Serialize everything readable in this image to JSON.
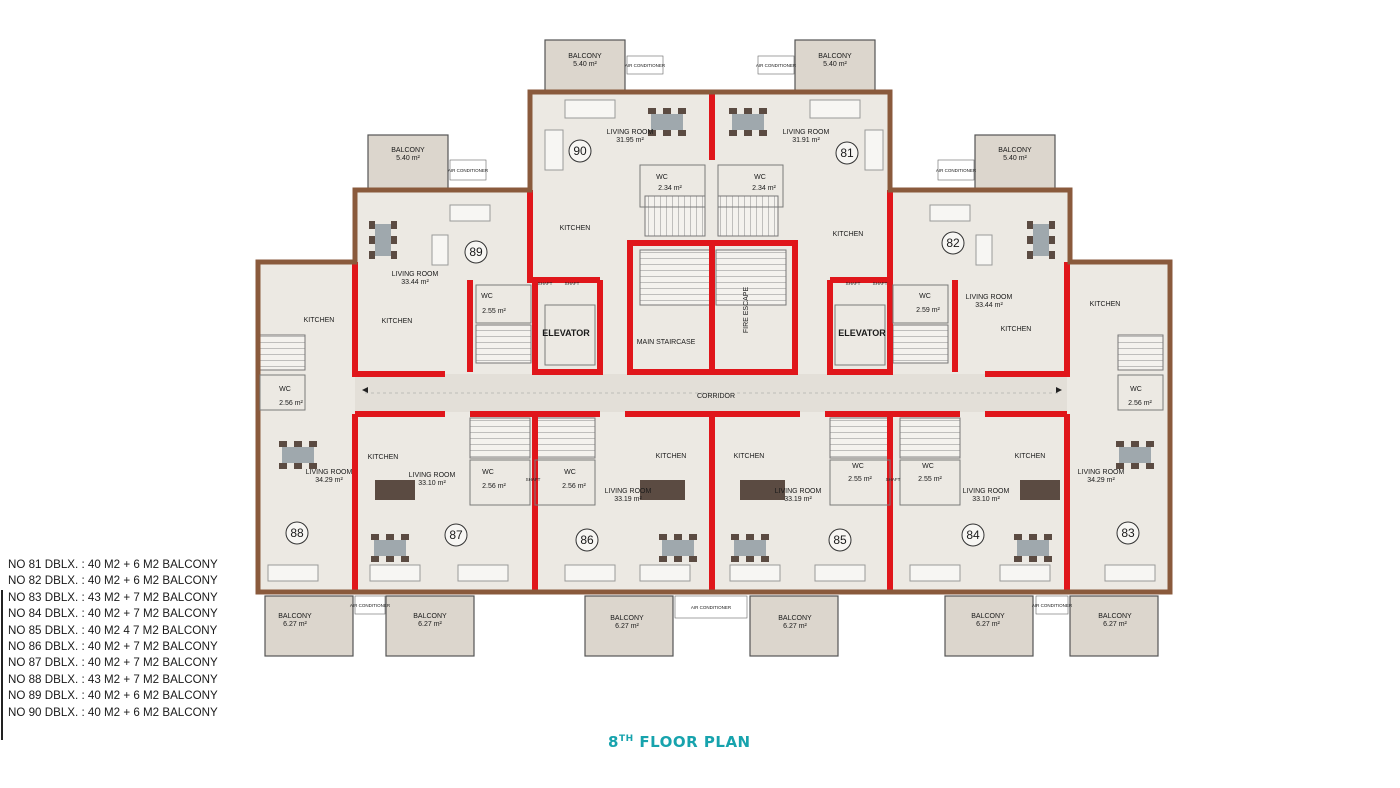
{
  "title": {
    "number": "8",
    "suffix": "TH",
    "text": "FLOOR PLAN",
    "color": "#17a3ad"
  },
  "colors": {
    "exterior_wall": "#8a5a3c",
    "apartment_wall": "#e0161b",
    "floor": "#ece9e3",
    "furniture": "#5b4b42"
  },
  "legend": [
    "NO 81 DBLX. : 40 M2 + 6 M2 BALCONY",
    "NO 82 DBLX. : 40 M2 + 6 M2 BALCONY",
    "NO 83 DBLX. : 43 M2 + 7 M2 BALCONY",
    "NO 84 DBLX. : 40 M2 + 7 M2 BALCONY",
    "NO 85 DBLX. : 40 M2 4 7 M2 BALCONY",
    "NO 86 DBLX. : 40 M2 + 7 M2 BALCONY",
    "NO 87 DBLX. : 40 M2 + 7 M2 BALCONY",
    "NO 88 DBLX. : 43 M2 + 7 M2 BALCONY",
    "NO 89 DBLX. : 40 M2 + 6 M2 BALCONY",
    "NO 90 DBLX. : 40 M2 + 6 M2 BALCONY"
  ],
  "labels": {
    "balcony": "BALCONY",
    "air_conditioner": "AIR CONDITIONER",
    "living_room": "LIVING ROOM",
    "kitchen": "KITCHEN",
    "wc": "WC",
    "shaft": "SHAFT",
    "elevator": "ELEVATOR",
    "main_staircase": "MAIN STAIRCASE",
    "fire_escape": "FIRE ESCAPE",
    "corridor": "CORRIDOR"
  },
  "units": {
    "u81": {
      "number": "81",
      "living": "31.91 m²",
      "wc": "2.34 m²",
      "balcony": "5.40 m²"
    },
    "u82": {
      "number": "82",
      "living": "33.44 m²",
      "wc": "2.59 m²",
      "balcony": "5.40 m²"
    },
    "u83": {
      "number": "83",
      "living": "34.29 m²",
      "wc": "2.56 m²",
      "balcony": "6.27 m²"
    },
    "u84": {
      "number": "84",
      "living": "33.10 m²",
      "wc": "2.55 m²",
      "balcony": "6.27 m²"
    },
    "u85": {
      "number": "85",
      "living": "33.19 m²",
      "wc": "2.55 m²",
      "balcony": "6.27 m²"
    },
    "u86": {
      "number": "86",
      "living": "33.19 m²",
      "wc": "2.56 m²",
      "balcony": "6.27 m²"
    },
    "u87": {
      "number": "87",
      "living": "33.10 m²",
      "wc": "2.56 m²",
      "balcony": "6.27 m²"
    },
    "u88": {
      "number": "88",
      "living": "34.29 m²",
      "wc": "2.56 m²",
      "balcony": "6.27 m²"
    },
    "u89": {
      "number": "89",
      "living": "33.44 m²",
      "wc": "2.55 m²",
      "balcony": "5.40 m²"
    },
    "u90": {
      "number": "90",
      "living": "31.95 m²",
      "wc": "2.34 m²",
      "balcony": "5.40 m²"
    }
  }
}
